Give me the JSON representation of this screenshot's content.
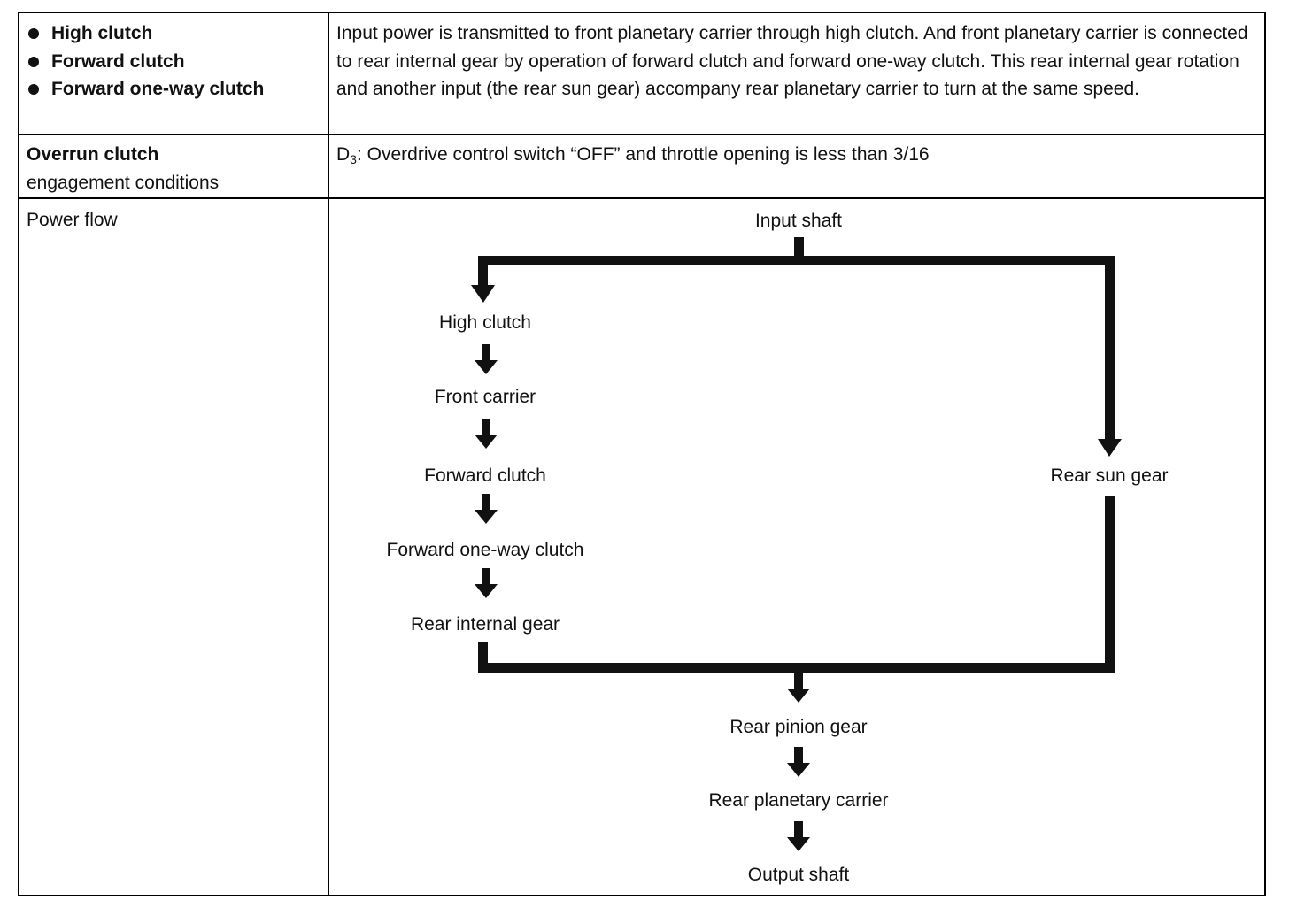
{
  "row1": {
    "items": [
      "High clutch",
      "Forward clutch",
      "Forward one-way clutch"
    ],
    "description": "Input power is transmitted to front planetary carrier through high clutch. And front planetary carrier is connected to rear internal gear by operation of forward clutch and forward one-way clutch. This rear internal gear rotation and another input (the rear sun gear) accompany rear planetary carrier to turn at the same speed."
  },
  "row2": {
    "label_bold": "Overrun clutch",
    "label_rest": "engagement conditions",
    "gear_main": "D",
    "gear_sub": "3",
    "condition": ": Overdrive control switch “OFF” and throttle opening is less than 3/16"
  },
  "row3": {
    "label": "Power flow",
    "flow": {
      "input": "Input shaft",
      "left_chain": [
        "High clutch",
        "Front carrier",
        "Forward clutch",
        "Forward one-way clutch",
        "Rear internal gear"
      ],
      "right": "Rear sun gear",
      "bottom_chain": [
        "Rear pinion gear",
        "Rear planetary carrier",
        "Output shaft"
      ]
    }
  }
}
